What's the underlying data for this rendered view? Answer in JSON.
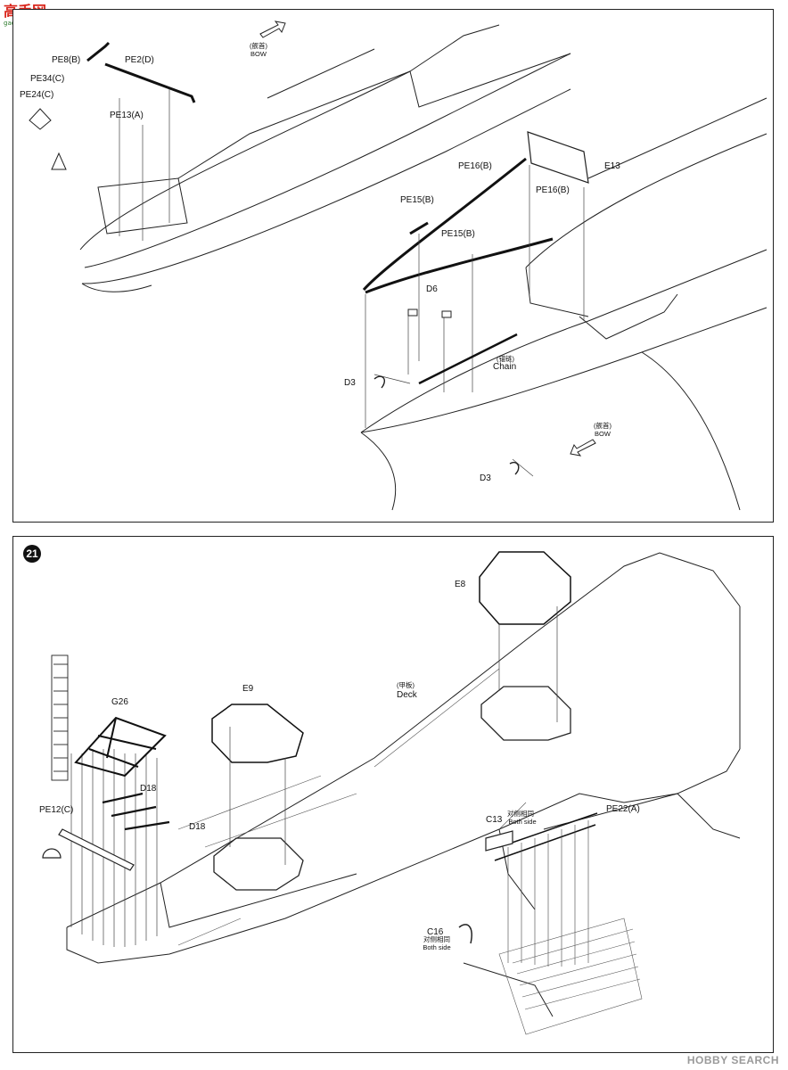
{
  "logo": {
    "mark": "高手网",
    "site": "gaoshou.com"
  },
  "step": {
    "number": "21"
  },
  "top_panel": {
    "labels": {
      "pe8b": "PE8(B)",
      "pe2d": "PE2(D)",
      "pe34c": "PE34(C)",
      "pe24c": "PE24(C)",
      "pe13a": "PE13(A)",
      "bow_cn_left": "(舰首)",
      "bow_left": "BOW",
      "e13": "E13",
      "pe16b_1": "PE16(B)",
      "pe16b_2": "PE16(B)",
      "pe15b_1": "PE15(B)",
      "pe15b_2": "PE15(B)",
      "d6": "D6",
      "chain_cn": "(锚链)",
      "chain": "Chain",
      "d3_1": "D3",
      "d3_2": "D3",
      "bow_cn_right": "(舰首)",
      "bow_right": "BOW"
    }
  },
  "bottom_panel": {
    "labels": {
      "e8": "E8",
      "e9": "E9",
      "deck_cn": "(甲板)",
      "deck": "Deck",
      "g26": "G26",
      "d18_1": "D18",
      "d18_2": "D18",
      "pe12c": "PE12(C)",
      "c13": "C13",
      "both_cn_1": "对侧相同",
      "both_1": "Both side",
      "pe22a": "PE22(A)",
      "c16": "C16",
      "both_cn_2": "对侧相同",
      "both_2": "Both side"
    }
  },
  "watermark": "HOBBY SEARCH"
}
